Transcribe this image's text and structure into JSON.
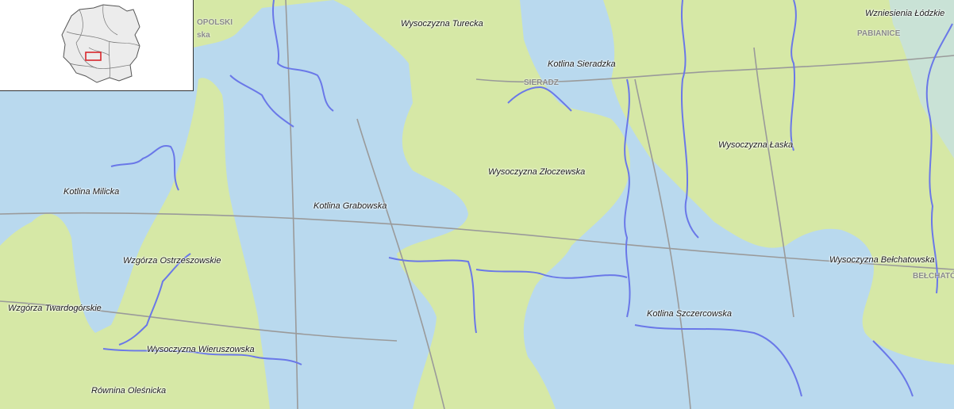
{
  "map": {
    "colors": {
      "lowland_blue": "#b9d9ee",
      "upland_green": "#d6e8a6",
      "boundary_blue": "#6a78e8",
      "road": "#9a9a9a",
      "inset_highlight": "#d9262b"
    },
    "region_labels": {
      "wysoczyzna_turecka": "Wysoczyzna Turecka",
      "kotlina_sieradzka": "Kotlina Sieradzka",
      "wzniesienia_lodzkie": "Wzniesienia Łódzkie",
      "wysoczyzna_laska": "Wysoczyzna Łaska",
      "wysoczyzna_zloczewska": "Wysoczyzna Złoczewska",
      "kotlina_milicka": "Kotlina Milicka",
      "kotlina_grabowska": "Kotlina Grabowska",
      "wzgorza_ostrzeszowskie": "Wzgórza Ostrzeszowskie",
      "wysoczyzna_belchatowska": "Wysoczyzna Bełchatowska",
      "wzgorza_twardogorskie": "Wzgórza Twardogórskie",
      "kotlina_szczercowska": "Kotlina Szczercowska",
      "wysoczyzna_wieruszowska": "Wysoczyzna Wieruszowska",
      "rownina_olesnicka": "Równina Oleśnicka"
    },
    "base_map_labels": {
      "opolski": "OPOLSKI",
      "ska": "ska",
      "sieradz": "SIERADZ",
      "pabianice": "PABIANICE",
      "belchatow": "BEŁCHATÓ"
    },
    "inset": {
      "description_icon": "poland-locator-icon"
    }
  }
}
